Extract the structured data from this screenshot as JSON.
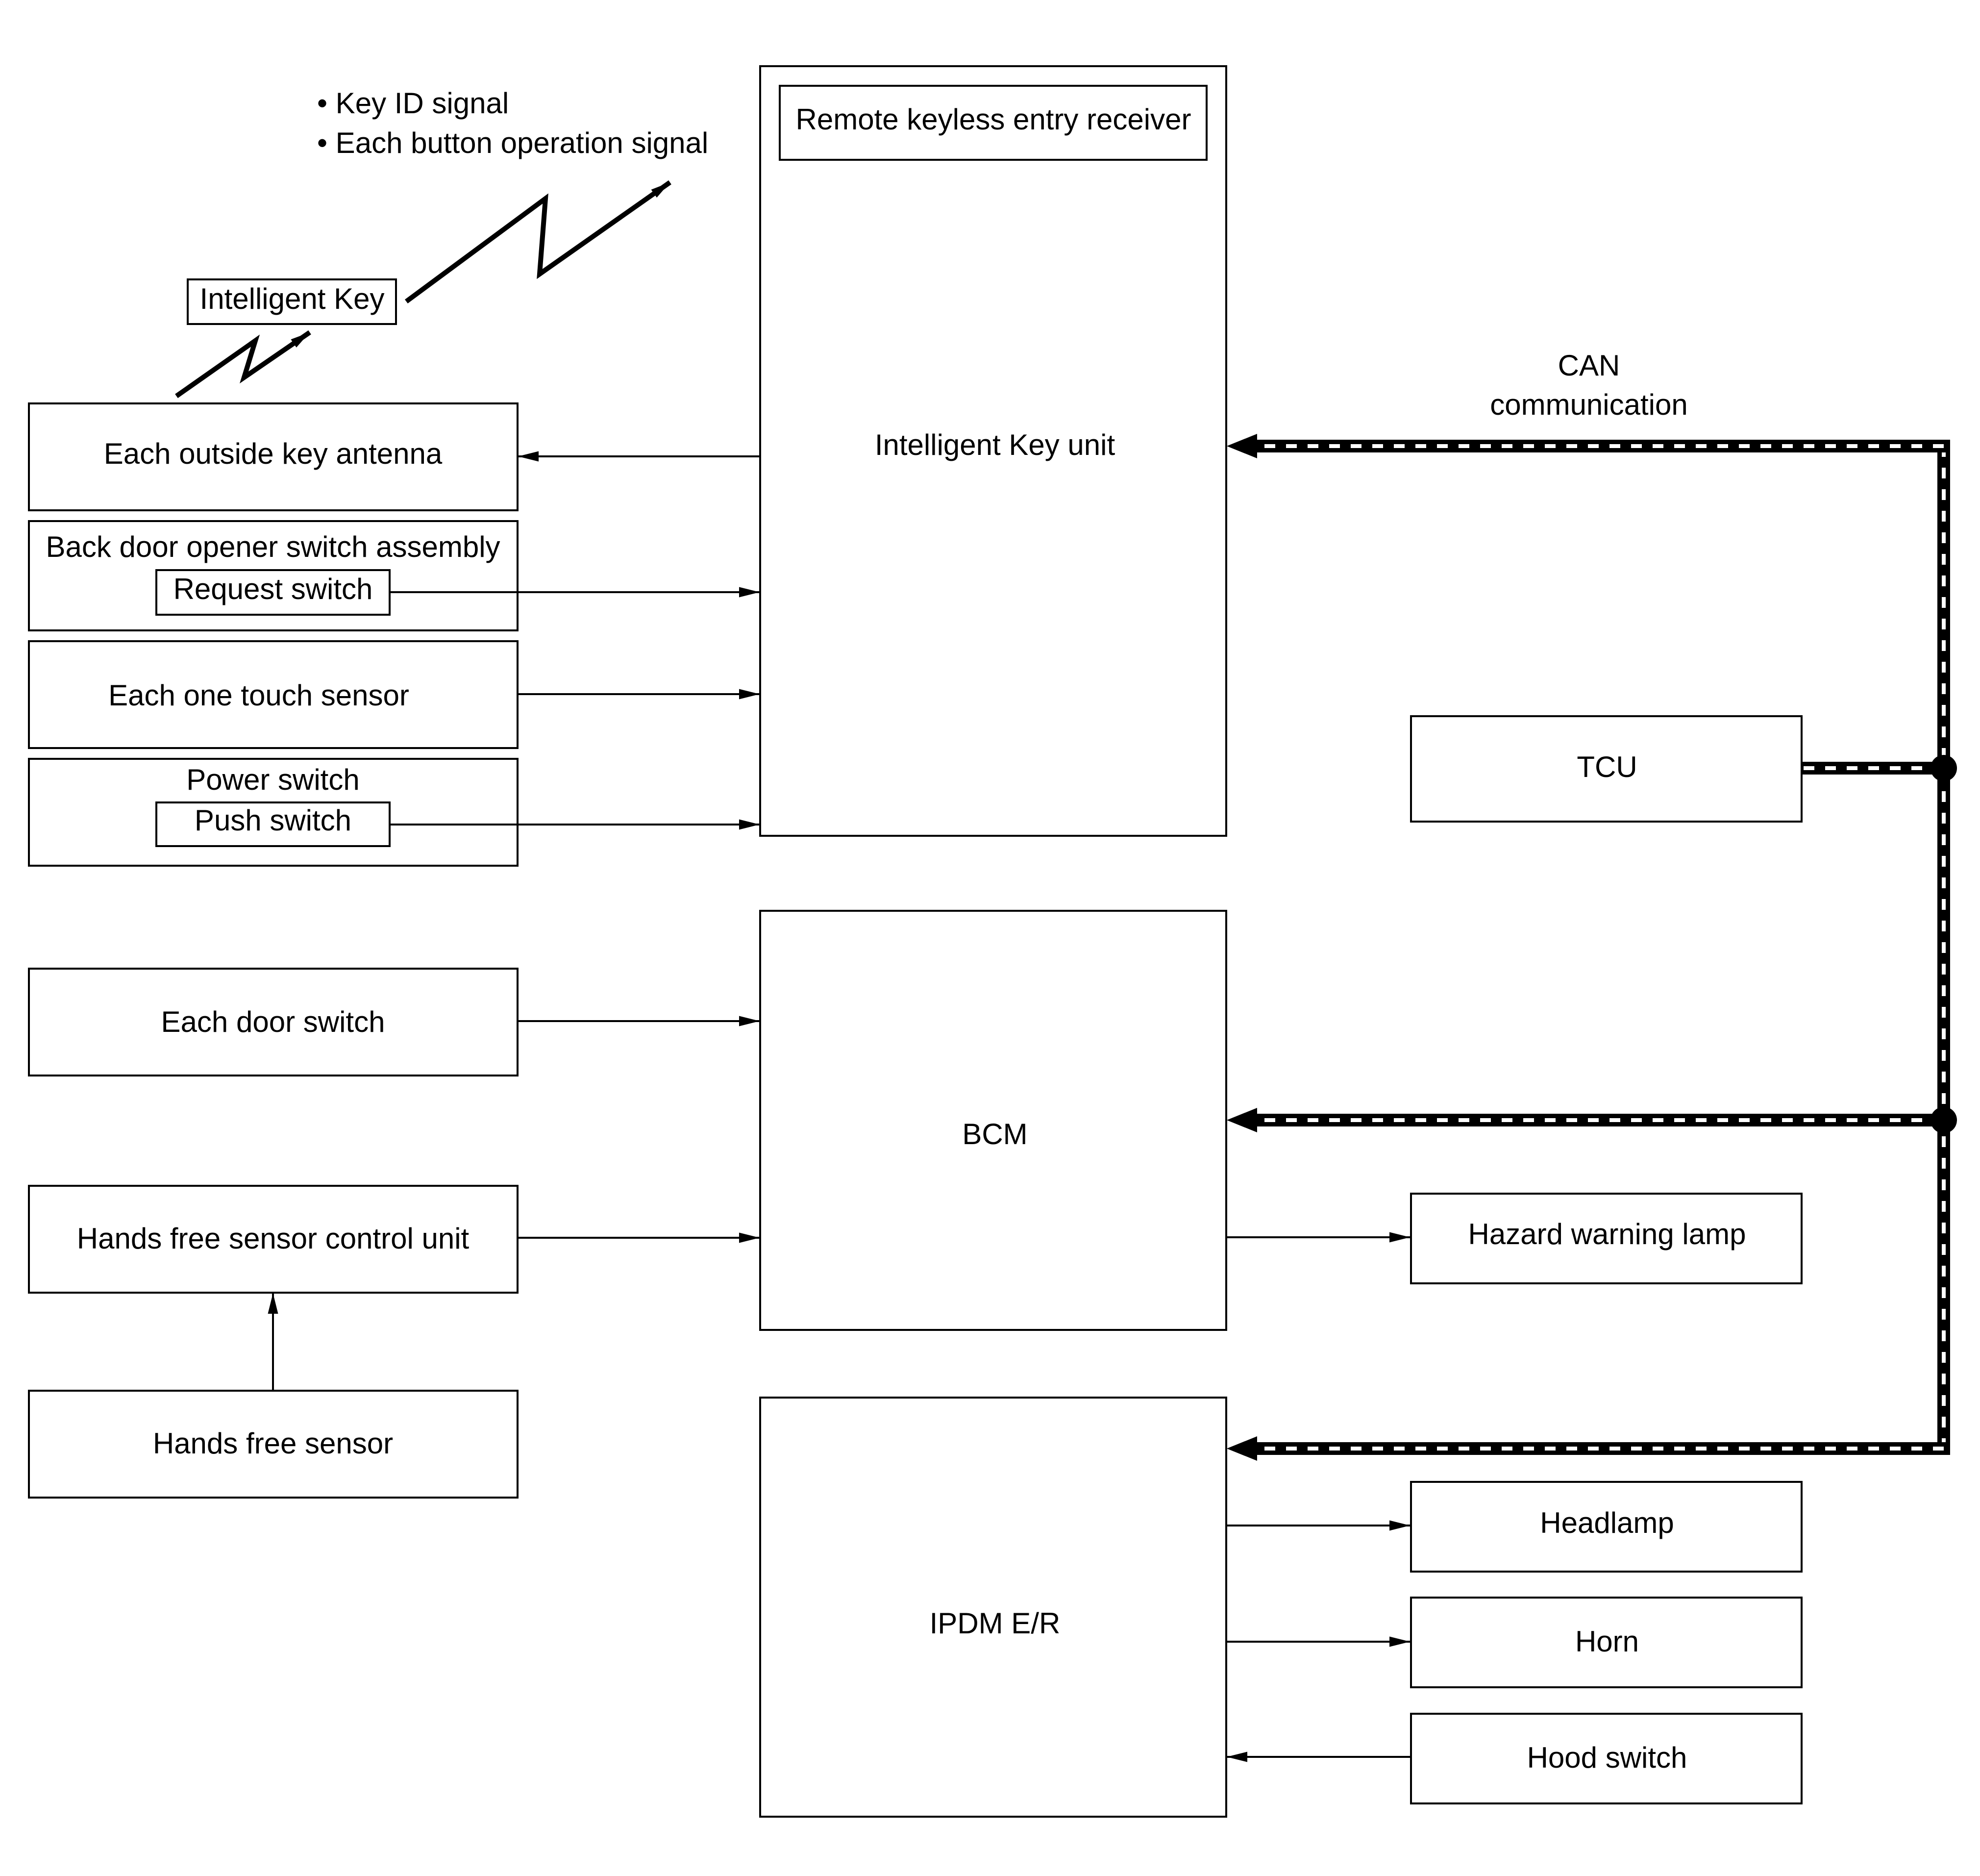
{
  "receiver_label": "Remote keyless entry receiver",
  "intelligent_key_unit": "Intelligent Key unit",
  "signal_notes": [
    "• Key ID signal",
    "• Each button operation signal"
  ],
  "intelligent_key": "Intelligent Key",
  "can_label": [
    "CAN",
    "communication"
  ],
  "left_inputs": {
    "outside_antenna": "Each outside key antenna",
    "back_door_assembly": "Back door opener switch assembly",
    "request_switch": "Request switch",
    "one_touch_sensor": "Each one touch sensor",
    "power_switch": "Power switch",
    "push_switch": "Push switch",
    "door_switch": "Each door switch",
    "hands_free_control_unit": "Hands free sensor control unit",
    "hands_free_sensor": "Hands free sensor"
  },
  "bcm": "BCM",
  "ipdm": "IPDM E/R",
  "tcu": "TCU",
  "outputs": {
    "hazard_lamp": "Hazard warning lamp",
    "headlamp": "Headlamp",
    "horn": "Horn",
    "hood_switch": "Hood switch"
  }
}
